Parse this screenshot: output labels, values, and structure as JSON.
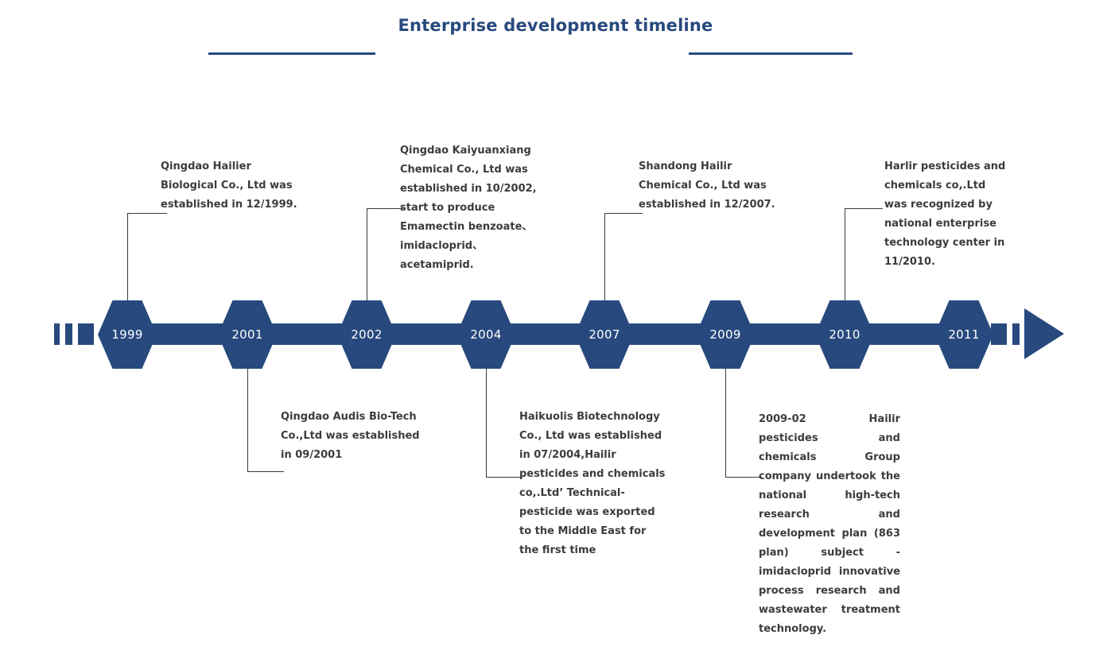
{
  "header": {
    "title": "Enterprise development timeline",
    "accent_color": "#27497d",
    "rule_left": "divider-line-left",
    "rule_right": "divider-line-right"
  },
  "timeline": {
    "axis_color": "#27497d",
    "text_color": "#3c3c3c",
    "start_marker": "dashed-segments",
    "end_marker": "arrow-head",
    "nodes": [
      {
        "year": "1999",
        "position": "above"
      },
      {
        "year": "2001",
        "position": "below"
      },
      {
        "year": "2002",
        "position": "above"
      },
      {
        "year": "2004",
        "position": "below"
      },
      {
        "year": "2007",
        "position": "above"
      },
      {
        "year": "2009",
        "position": "below"
      },
      {
        "year": "2010",
        "position": "above"
      },
      {
        "year": "2011",
        "position": "none"
      }
    ],
    "events": [
      {
        "year": "1999",
        "position": "above",
        "text": "Qingdao Hailier Biological Co., Ltd was established in 12/1999."
      },
      {
        "year": "2001",
        "position": "below",
        "text": "Qingdao Audis Bio-Tech Co.,Ltd was established in 09/2001"
      },
      {
        "year": "2002",
        "position": "above",
        "text": "Qingdao Kaiyuanxiang Chemical Co., Ltd was established in 10/2002, start to produce Emamectin benzoate、imidacloprid、 acetamiprid."
      },
      {
        "year": "2004",
        "position": "below",
        "text": "Haikuolis Biotechnology Co., Ltd was established in 07/2004,Hailir pesticides and chemicals co,.Ltd’ Technical-pesticide was exported to the Middle East for the first time"
      },
      {
        "year": "2007",
        "position": "above",
        "text": "Shandong Hailir Chemical Co., Ltd was established in 12/2007."
      },
      {
        "year": "2009",
        "position": "below",
        "text": "2009-02 Hailir pesticides and chemicals Group company undertook the national high-tech research and development plan (863 plan) subject - imidacloprid innovative process research and wastewater treatment technology."
      },
      {
        "year": "2010",
        "position": "above",
        "text": "Harlir pesticides and chemicals co,.Ltd was recognized by national enterprise technology center in 11/2010."
      }
    ]
  }
}
